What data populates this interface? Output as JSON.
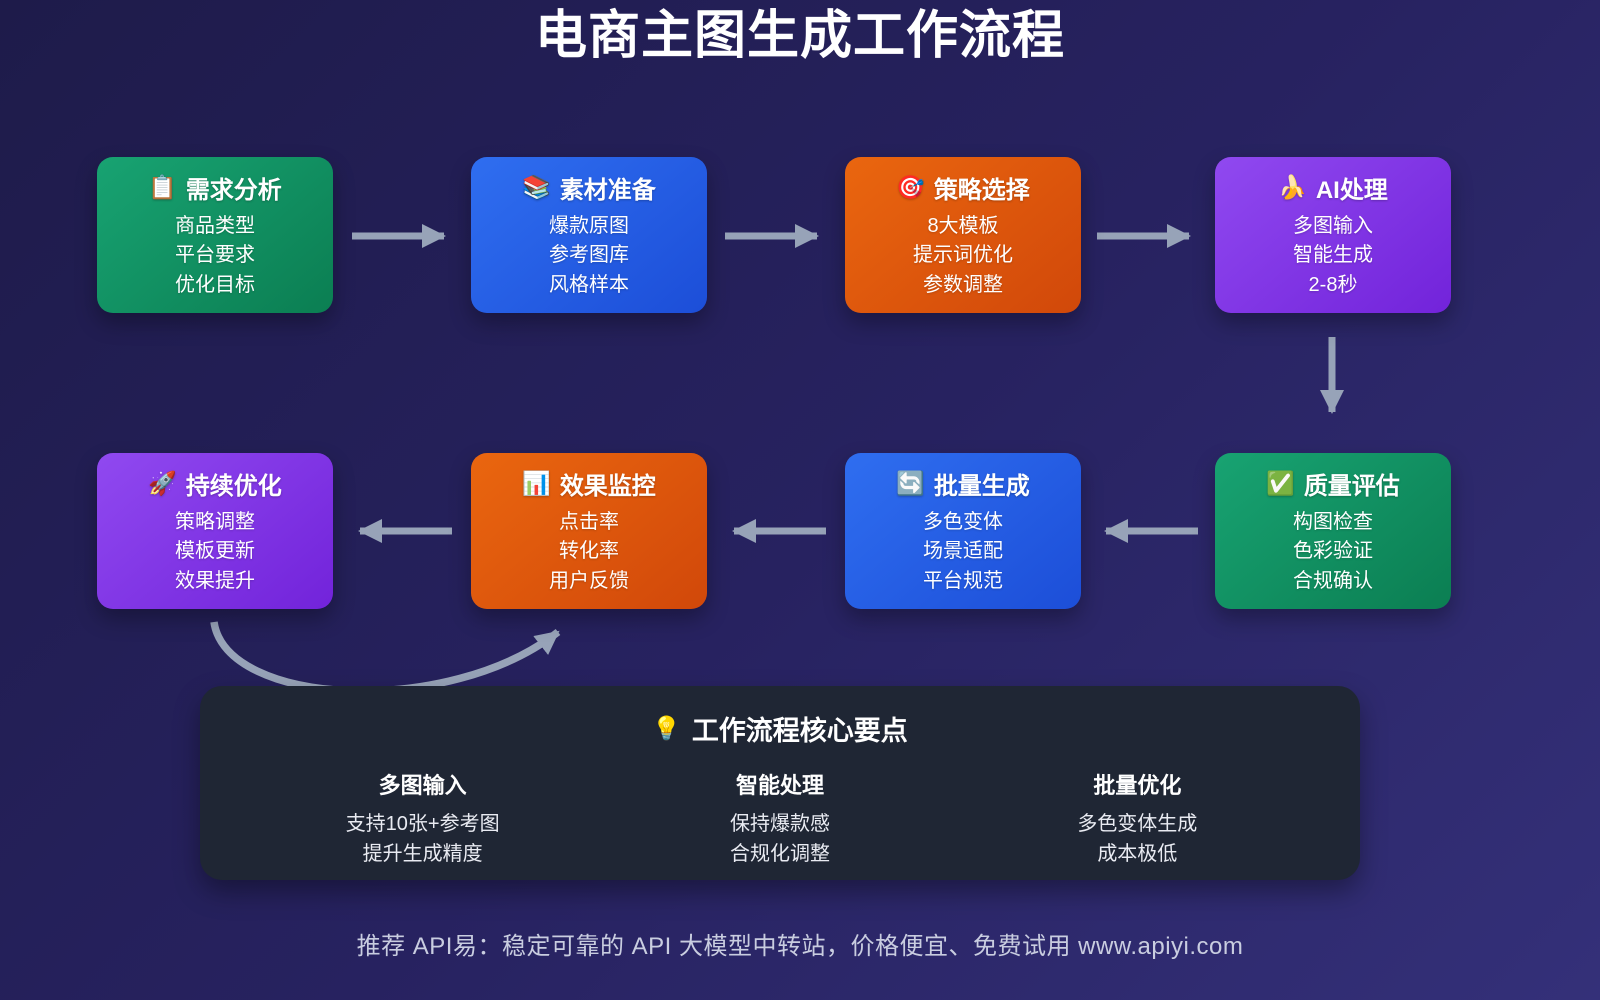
{
  "title": "电商主图生成工作流程",
  "steps": [
    {
      "icon": "📋",
      "title": "需求分析",
      "lines": [
        "商品类型",
        "平台要求",
        "优化目标"
      ]
    },
    {
      "icon": "📚",
      "title": "素材准备",
      "lines": [
        "爆款原图",
        "参考图库",
        "风格样本"
      ]
    },
    {
      "icon": "🎯",
      "title": "策略选择",
      "lines": [
        "8大模板",
        "提示词优化",
        "参数调整"
      ]
    },
    {
      "icon": "🍌",
      "title": "AI处理",
      "lines": [
        "多图输入",
        "智能生成",
        "2-8秒"
      ]
    },
    {
      "icon": "✅",
      "title": "质量评估",
      "lines": [
        "构图检查",
        "色彩验证",
        "合规确认"
      ]
    },
    {
      "icon": "🔄",
      "title": "批量生成",
      "lines": [
        "多色变体",
        "场景适配",
        "平台规范"
      ]
    },
    {
      "icon": "📊",
      "title": "效果监控",
      "lines": [
        "点击率",
        "转化率",
        "用户反馈"
      ]
    },
    {
      "icon": "🚀",
      "title": "持续优化",
      "lines": [
        "策略调整",
        "模板更新",
        "效果提升"
      ]
    }
  ],
  "key_points": {
    "icon": "💡",
    "title": "工作流程核心要点",
    "columns": [
      {
        "head": "多图输入",
        "lines": [
          "支持10张+参考图",
          "提升生成精度"
        ]
      },
      {
        "head": "智能处理",
        "lines": [
          "保持爆款感",
          "合规化调整"
        ]
      },
      {
        "head": "批量优化",
        "lines": [
          "多色变体生成",
          "成本极低"
        ]
      }
    ]
  },
  "footer": "推荐 API易：稳定可靠的 API 大模型中转站，价格便宜、免费试用 www.apiyi.com",
  "colors": {
    "background_start": "#1e1b4a",
    "background_end": "#343079",
    "card_green": "#0f8a5f",
    "card_blue": "#2563eb",
    "card_orange": "#dd550e",
    "card_purple": "#8338e8",
    "arrow": "#97a3b8",
    "panel_bg": "#1f2634",
    "footer_text": "#c9cde0"
  }
}
